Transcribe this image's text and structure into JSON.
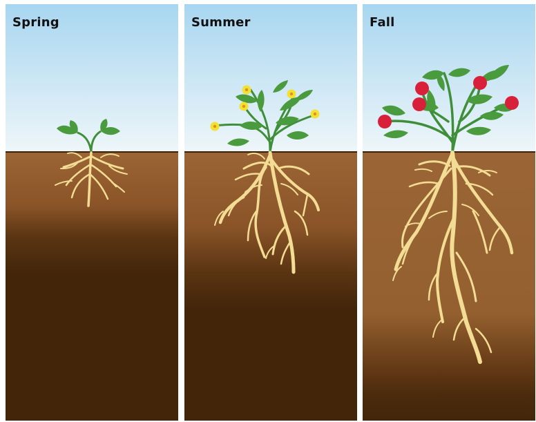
{
  "panels": [
    {
      "title": "Spring"
    },
    {
      "title": "Summer"
    },
    {
      "title": "Fall"
    }
  ],
  "colors": {
    "sky_top": "#a8d6f0",
    "sky_bottom": "#eef6f9",
    "soil_top": "#9b6535",
    "soil_bottom": "#43260a",
    "soil_line": "#3b1f07",
    "root": "#f3dd94",
    "stem": "#3e8e3a",
    "leaf": "#4a9a3e",
    "flower": "#f3e030",
    "flower_center": "#d9922a",
    "berry": "#d8203a"
  }
}
